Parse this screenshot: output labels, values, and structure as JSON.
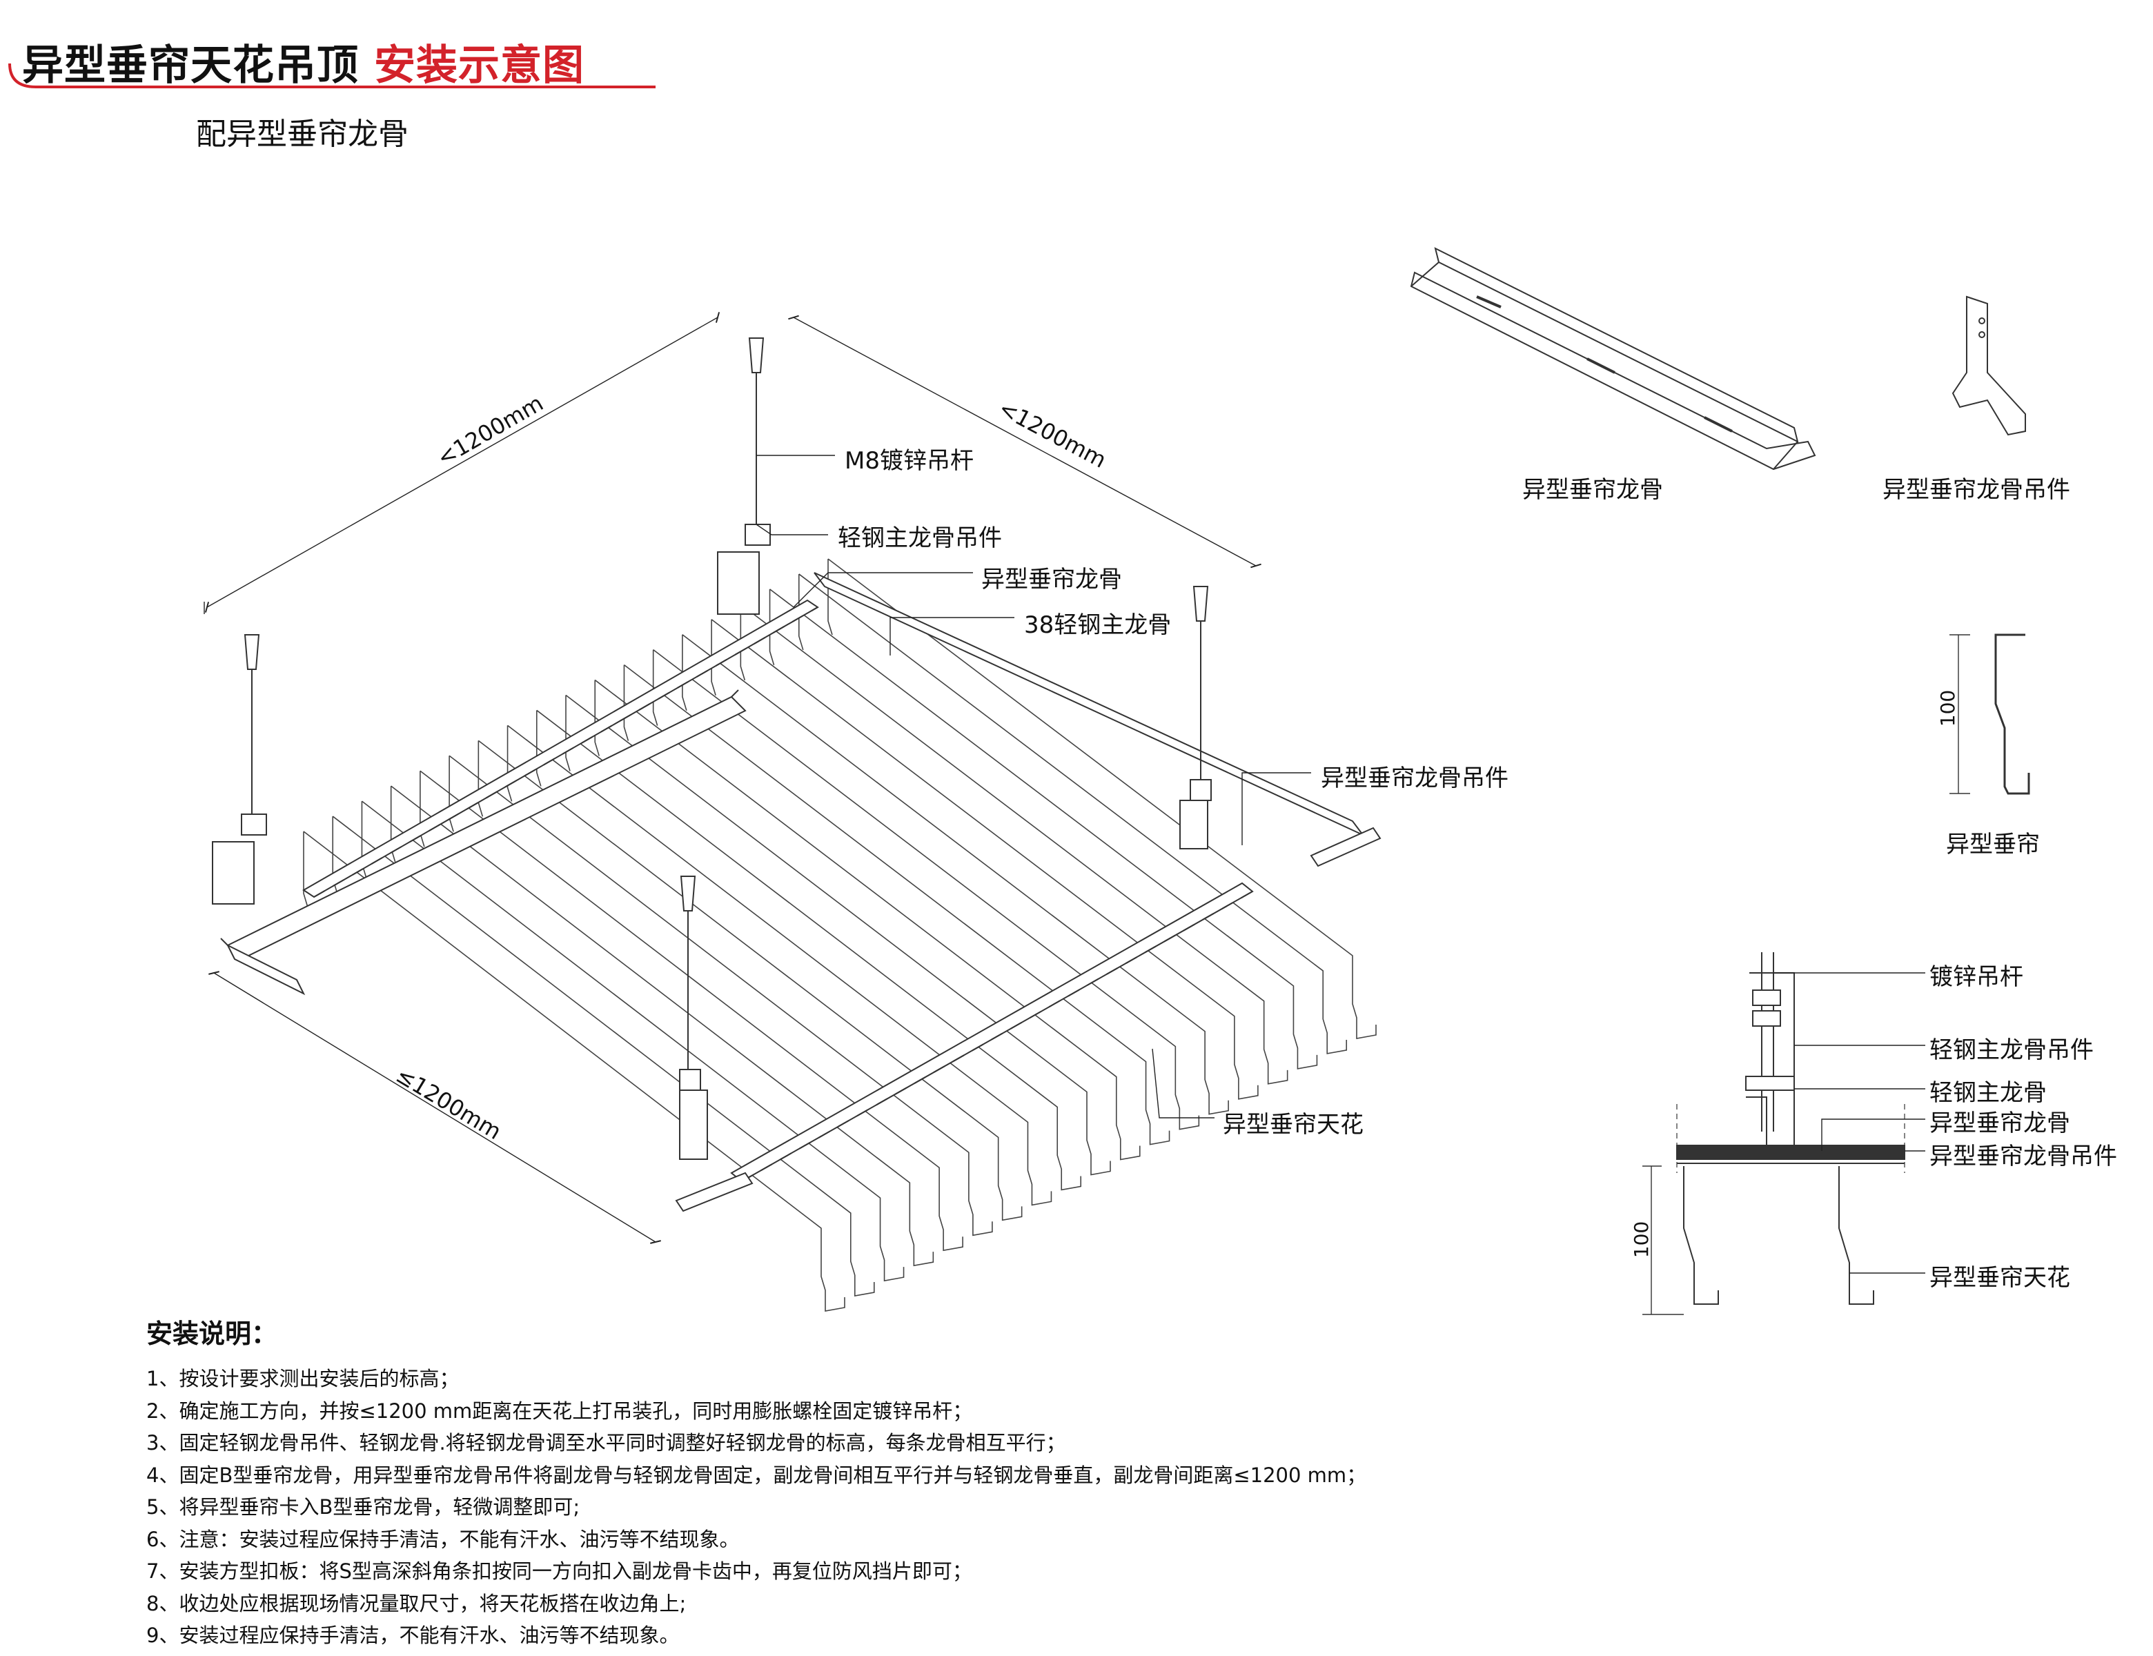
{
  "header": {
    "title_main": "异型垂帘天花吊顶",
    "title_accent": "安装示意图",
    "subtitle": "配异型垂帘龙骨",
    "accent_color": "#d3222a"
  },
  "iso_labels": {
    "rod": "M8镀锌吊杆",
    "main_hanger": "轻钢主龙骨吊件",
    "profile_keel": "异型垂帘龙骨",
    "main_keel": "38轻钢主龙骨",
    "keel_hanger": "异型垂帘龙骨吊件",
    "ceiling": "异型垂帘天花"
  },
  "dimensions": {
    "left": "<1200mm",
    "right": "<1200mm",
    "bottom": "≤1200mm"
  },
  "details": {
    "keel_label": "异型垂帘龙骨",
    "clip_label": "异型垂帘龙骨吊件",
    "blade_label": "异型垂帘",
    "blade_height": "100"
  },
  "section": {
    "rod": "镀锌吊杆",
    "main_hanger": "轻钢主龙骨吊件",
    "main_keel": "轻钢主龙骨",
    "profile_keel": "异型垂帘龙骨",
    "keel_hanger": "异型垂帘龙骨吊件",
    "ceiling": "异型垂帘天花",
    "height": "100"
  },
  "notes": {
    "heading": "安装说明：",
    "items": [
      "1、按设计要求测出安装后的标高；",
      "2、确定施工方向，并按≤1200 mm距离在天花上打吊装孔，同时用膨胀螺栓固定镀锌吊杆；",
      "3、固定轻钢龙骨吊件、轻钢龙骨.将轻钢龙骨调至水平同时调整好轻钢龙骨的标高，每条龙骨相互平行；",
      "4、固定B型垂帘龙骨，用异型垂帘龙骨吊件将副龙骨与轻钢龙骨固定，副龙骨间相互平行并与轻钢龙骨垂直，副龙骨间距离≤1200 mm；",
      "5、将异型垂帘卡入B型垂帘龙骨，轻微调整即可;",
      "6、注意：安装过程应保持手清洁，不能有汗水、油污等不结现象。",
      "7、安装方型扣板：将S型高深斜角条扣按同一方向扣入副龙骨卡齿中，再复位防风挡片即可；",
      "8、收边处应根据现场情况量取尺寸，将天花板搭在收边角上;",
      "9、安装过程应保持手清洁，不能有汗水、油污等不结现象。"
    ]
  }
}
